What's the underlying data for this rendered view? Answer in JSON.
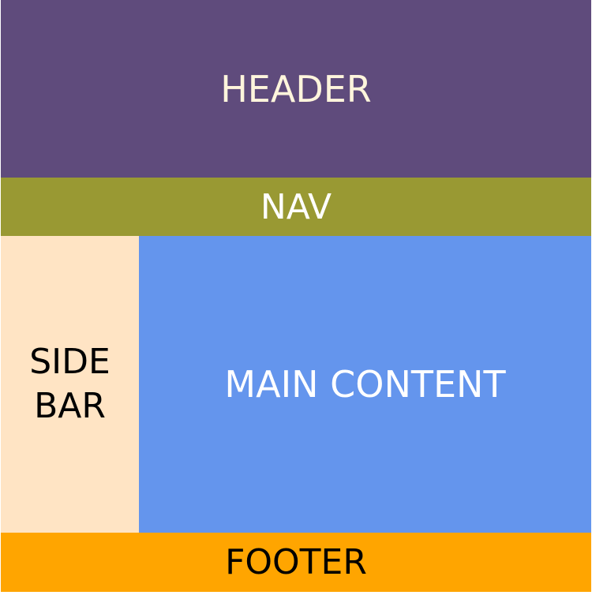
{
  "header": {
    "label": "HEADER",
    "color": "#5f4b7c"
  },
  "nav": {
    "label": "NAV",
    "color": "#999933"
  },
  "sidebar": {
    "lines": [
      "SIDE",
      "BAR"
    ],
    "color": "#ffe4c4"
  },
  "main": {
    "label": "MAIN CONTENT",
    "color": "#6495ed"
  },
  "footer": {
    "label": "FOOTER",
    "color": "#ffa500"
  }
}
